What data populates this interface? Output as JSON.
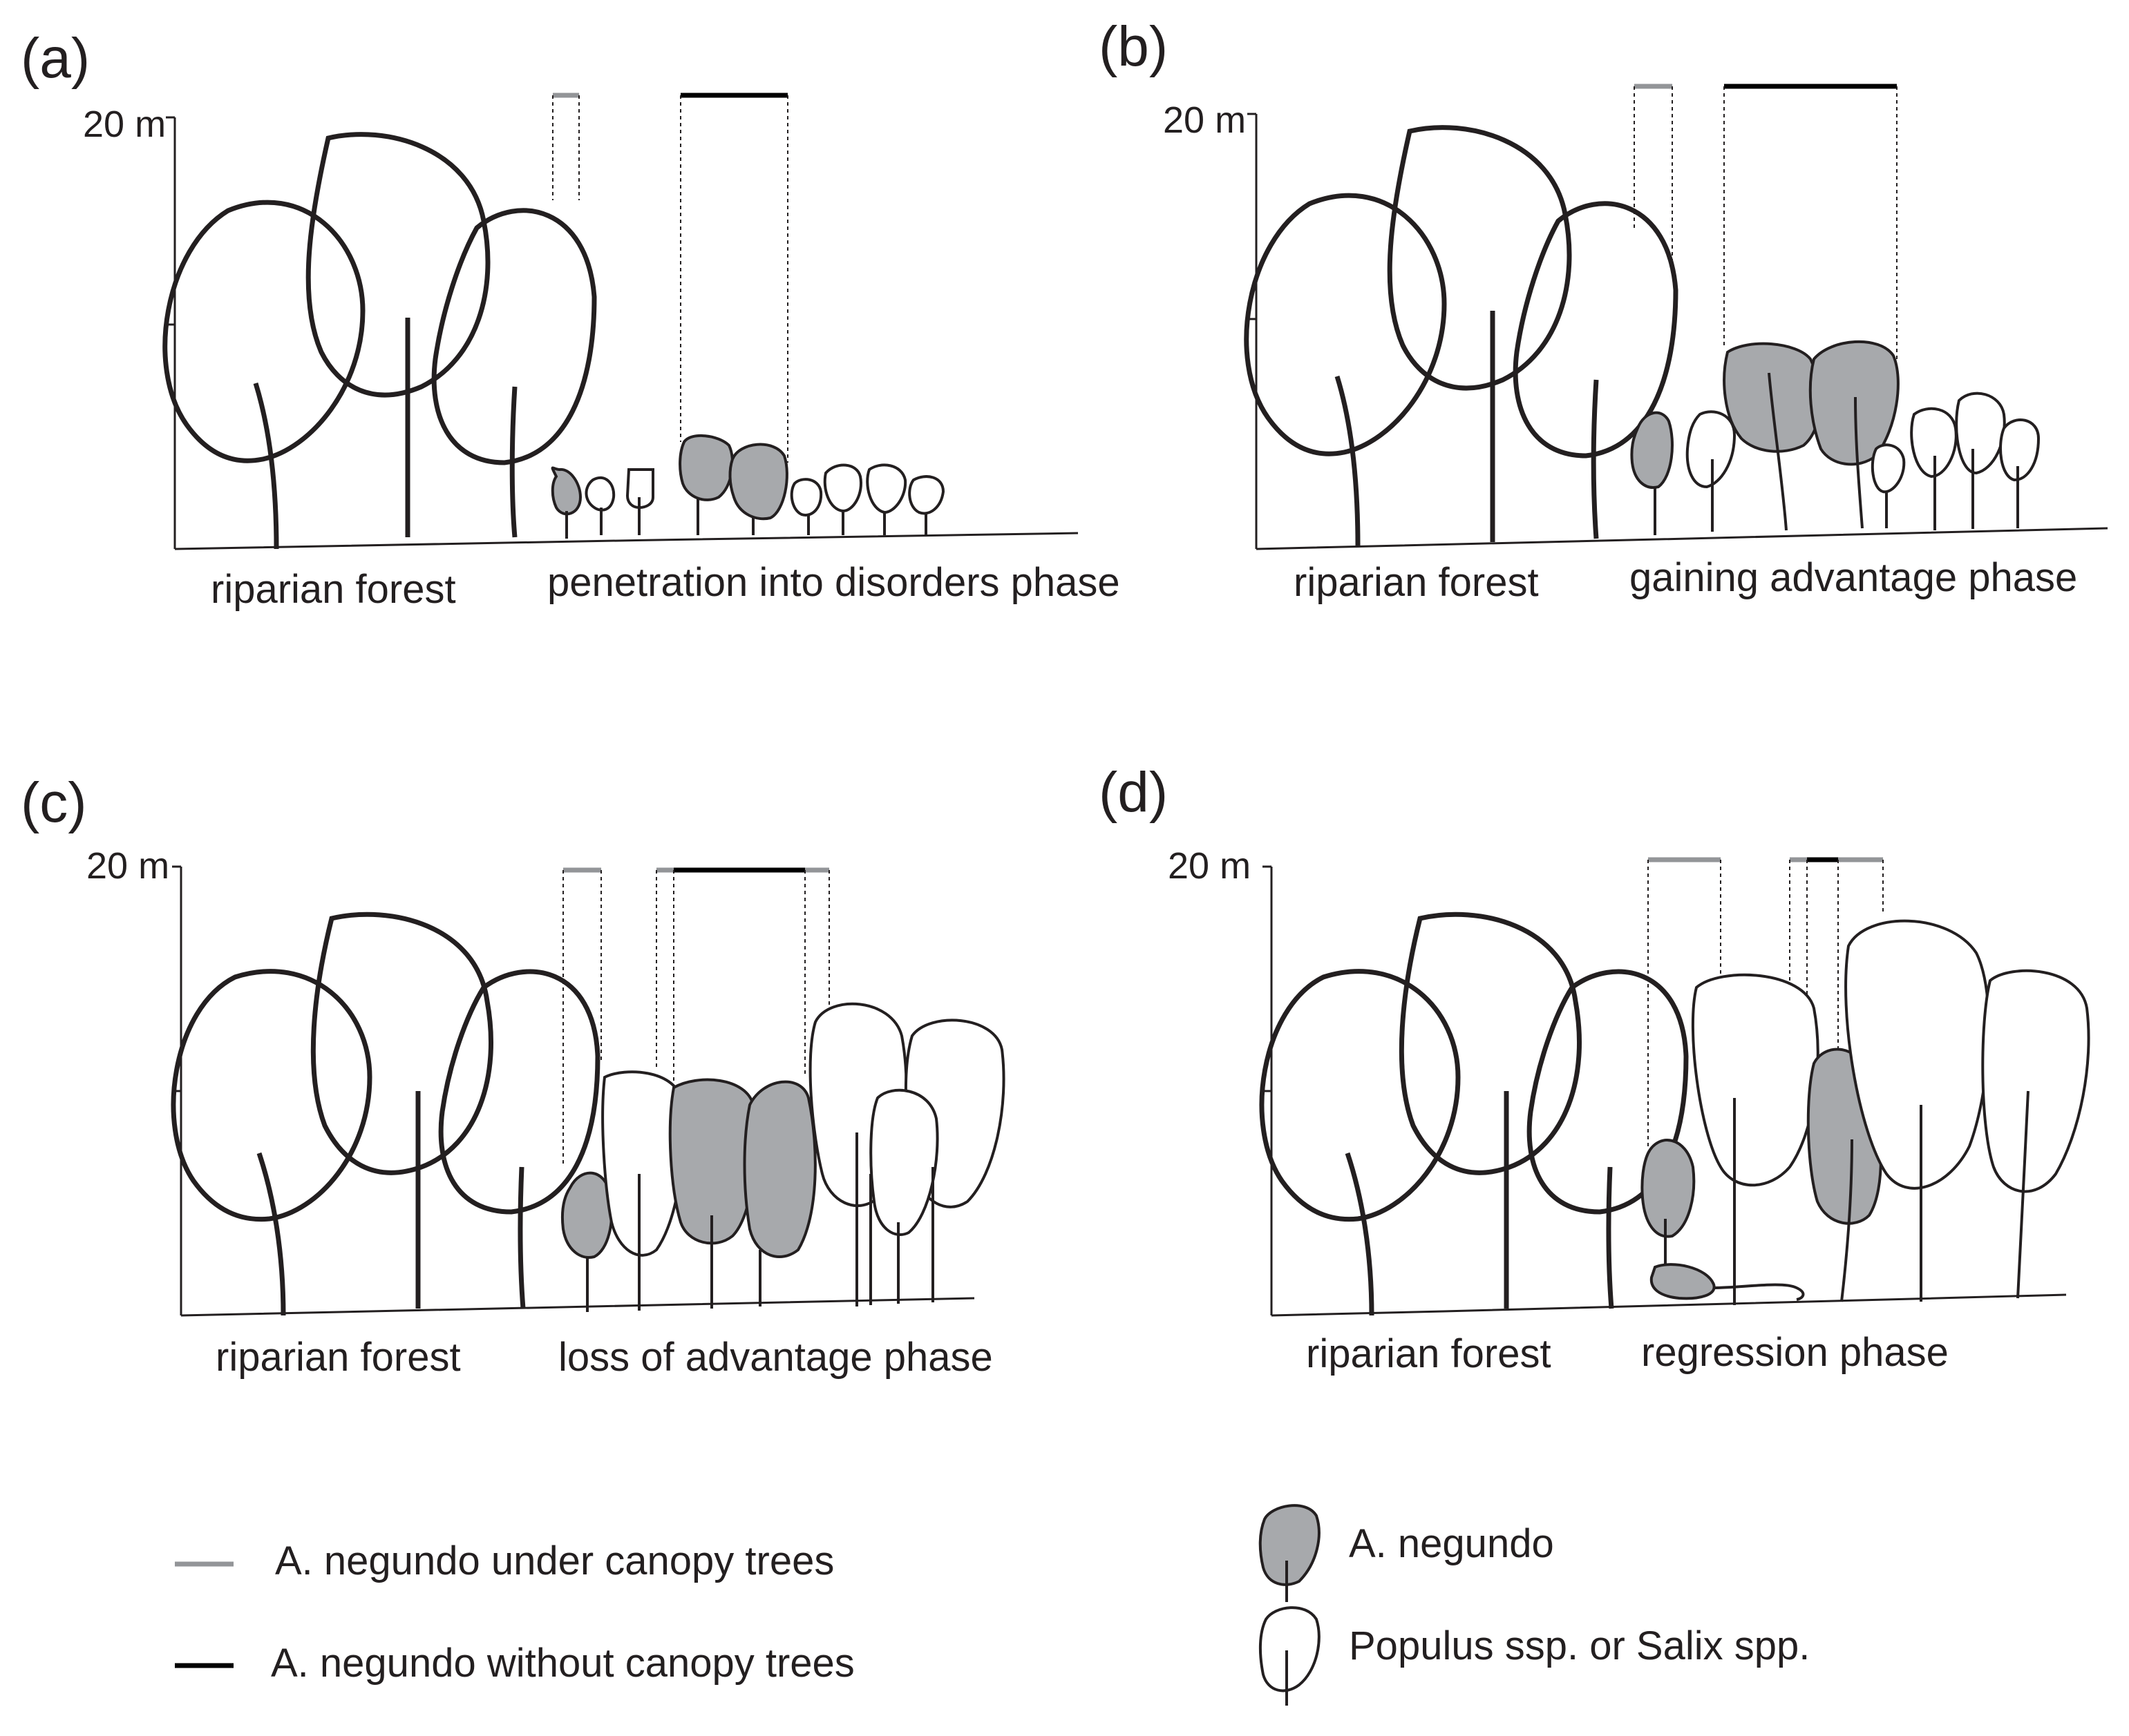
{
  "colors": {
    "ink": "#231f20",
    "a_negundo_fill": "#a7a9ac",
    "under_canopy_line": "#939598",
    "without_canopy_line": "#000000",
    "dotted_guide": "#231f20"
  },
  "panels": [
    {
      "id": "a",
      "label": "(a)",
      "y_max_label": "20 m",
      "left_caption": "riparian forest",
      "right_caption": "penetration into disorders phase"
    },
    {
      "id": "b",
      "label": "(b)",
      "y_max_label": "20 m",
      "left_caption": "riparian forest",
      "right_caption": "gaining advantage phase"
    },
    {
      "id": "c",
      "label": "(c)",
      "y_max_label": "20 m",
      "left_caption": "riparian forest",
      "right_caption": "loss of advantage phase"
    },
    {
      "id": "d",
      "label": "(d)",
      "y_max_label": "20 m",
      "left_caption": "riparian forest",
      "right_caption": "regression phase"
    }
  ],
  "legend": {
    "under_canopy": "A. negundo under canopy trees",
    "without_canopy": "A. negundo without canopy  trees",
    "a_negundo": "A. negundo",
    "populus_salix": "Populus ssp. or Salix spp."
  },
  "icons": [
    "a-negundo-tree-icon",
    "populus-salix-tree-icon",
    "riparian-tree-icon"
  ]
}
